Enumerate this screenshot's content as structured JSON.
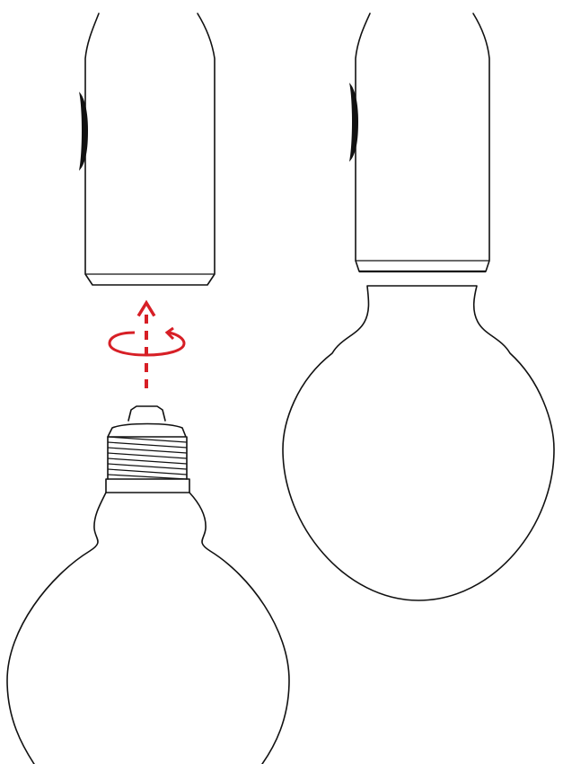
{
  "diagram": {
    "accent_color": "#d71f26",
    "line_color": "#111111",
    "background": "#ffffff",
    "steps": [
      {
        "name": "unscrewed-state",
        "icon": "bulb-separate-from-socket"
      },
      {
        "name": "screwed-state",
        "icon": "bulb-attached-to-socket"
      }
    ],
    "instruction_icon": "rotate-and-insert-arrow"
  }
}
